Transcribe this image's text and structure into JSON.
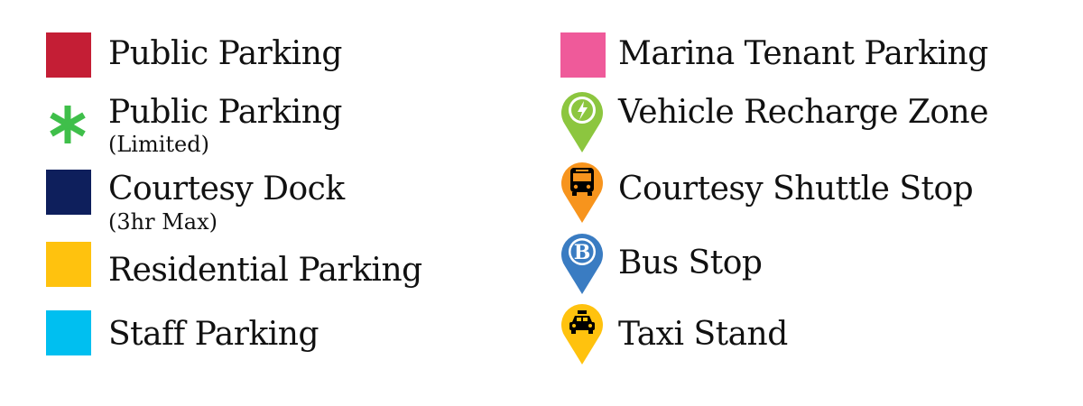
{
  "legend": {
    "left": [
      {
        "label": "Public Parking",
        "color": "#c41e35",
        "icon": "square-swatch"
      },
      {
        "label": "Public Parking",
        "sublabel": "(Limited)",
        "color": "#3fbf4a",
        "icon": "asterisk-icon"
      },
      {
        "label": "Courtesy Dock",
        "sublabel": "(3hr Max)",
        "color": "#0e1f5c",
        "icon": "square-swatch"
      },
      {
        "label": "Residential Parking",
        "color": "#ffc20e",
        "icon": "square-swatch"
      },
      {
        "label": "Staff Parking",
        "color": "#00bff0",
        "icon": "square-swatch"
      }
    ],
    "right": [
      {
        "label": "Marina Tenant Parking",
        "color": "#ef5a9a",
        "icon": "square-swatch"
      },
      {
        "label": "Vehicle Recharge Zone",
        "color": "#8cc63f",
        "icon": "lightning-pin-icon"
      },
      {
        "label": "Courtesy Shuttle Stop",
        "color": "#f7941d",
        "icon": "shuttle-pin-icon"
      },
      {
        "label": "Bus Stop",
        "color": "#3a7cc2",
        "icon": "bus-pin-icon",
        "glyph": "B"
      },
      {
        "label": "Taxi Stand",
        "color": "#ffc20e",
        "icon": "taxi-pin-icon"
      }
    ]
  }
}
